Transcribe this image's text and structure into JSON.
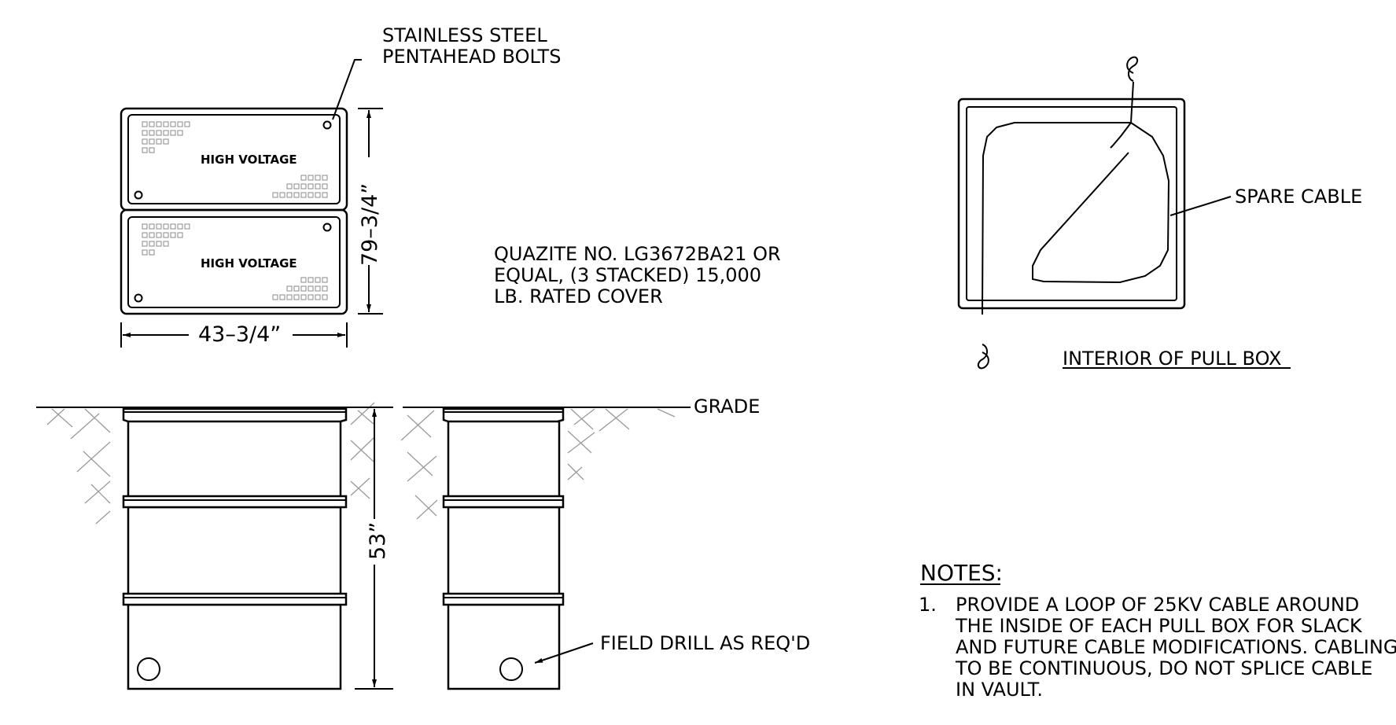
{
  "labels": {
    "bolts_line1": "STAINLESS STEEL",
    "bolts_line2": "PENTAHEAD BOLTS",
    "cover_text_top": "HIGH VOLTAGE",
    "cover_text_bottom": "HIGH VOLTAGE",
    "dim_height": "79–3/4”",
    "dim_width": "43–3/4”",
    "quazite_line1": "QUAZITE NO. LG3672BA21 OR",
    "quazite_line2": "EQUAL, (3 STACKED) 15,000",
    "quazite_line3": "LB. RATED COVER",
    "spare_cable": "SPARE CABLE",
    "interior_title": "INTERIOR OF PULL BOX",
    "grade": "GRADE",
    "dim_depth": "53”",
    "field_drill": "FIELD DRILL AS REQ'D",
    "notes_title": "NOTES:",
    "note_number": "1.",
    "note_line1": "PROVIDE A LOOP OF 25KV CABLE AROUND",
    "note_line2": "THE INSIDE OF EACH PULL BOX FOR SLACK",
    "note_line3": "AND FUTURE CABLE MODIFICATIONS. CABLING",
    "note_line4": "TO BE CONTINUOUS, DO NOT SPLICE CABLE",
    "note_line5": "IN VAULT."
  },
  "colors": {
    "line": "#000000",
    "hatch": "#9a9a9a",
    "pattern": "#8a8a8a"
  }
}
